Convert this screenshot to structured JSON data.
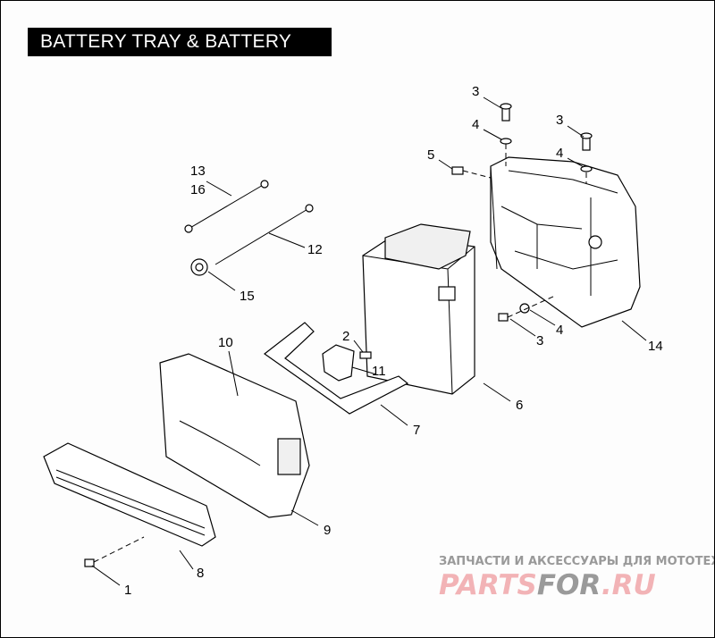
{
  "title": "BATTERY TRAY & BATTERY",
  "callouts": [
    {
      "id": "c1",
      "text": "1"
    },
    {
      "id": "c2",
      "text": "2"
    },
    {
      "id": "c3a",
      "text": "3"
    },
    {
      "id": "c3b",
      "text": "3"
    },
    {
      "id": "c3c",
      "text": "3"
    },
    {
      "id": "c4a",
      "text": "4"
    },
    {
      "id": "c4b",
      "text": "4"
    },
    {
      "id": "c4c",
      "text": "4"
    },
    {
      "id": "c5",
      "text": "5"
    },
    {
      "id": "c6",
      "text": "6"
    },
    {
      "id": "c7",
      "text": "7"
    },
    {
      "id": "c8",
      "text": "8"
    },
    {
      "id": "c9",
      "text": "9"
    },
    {
      "id": "c10",
      "text": "10"
    },
    {
      "id": "c11",
      "text": "11"
    },
    {
      "id": "c12",
      "text": "12"
    },
    {
      "id": "c13",
      "text": "13"
    },
    {
      "id": "c14",
      "text": "14"
    },
    {
      "id": "c15",
      "text": "15"
    },
    {
      "id": "c16",
      "text": "16"
    }
  ],
  "watermark": {
    "tagline": "ЗАПЧАСТИ И АКСЕССУАРЫ ДЛЯ МОТОТЕХНИКИ",
    "brand_a": "PARTS",
    "brand_b": "FOR",
    "brand_c": ".RU",
    "color_a": "#f2b3b6",
    "color_b": "#9a9a9a"
  }
}
